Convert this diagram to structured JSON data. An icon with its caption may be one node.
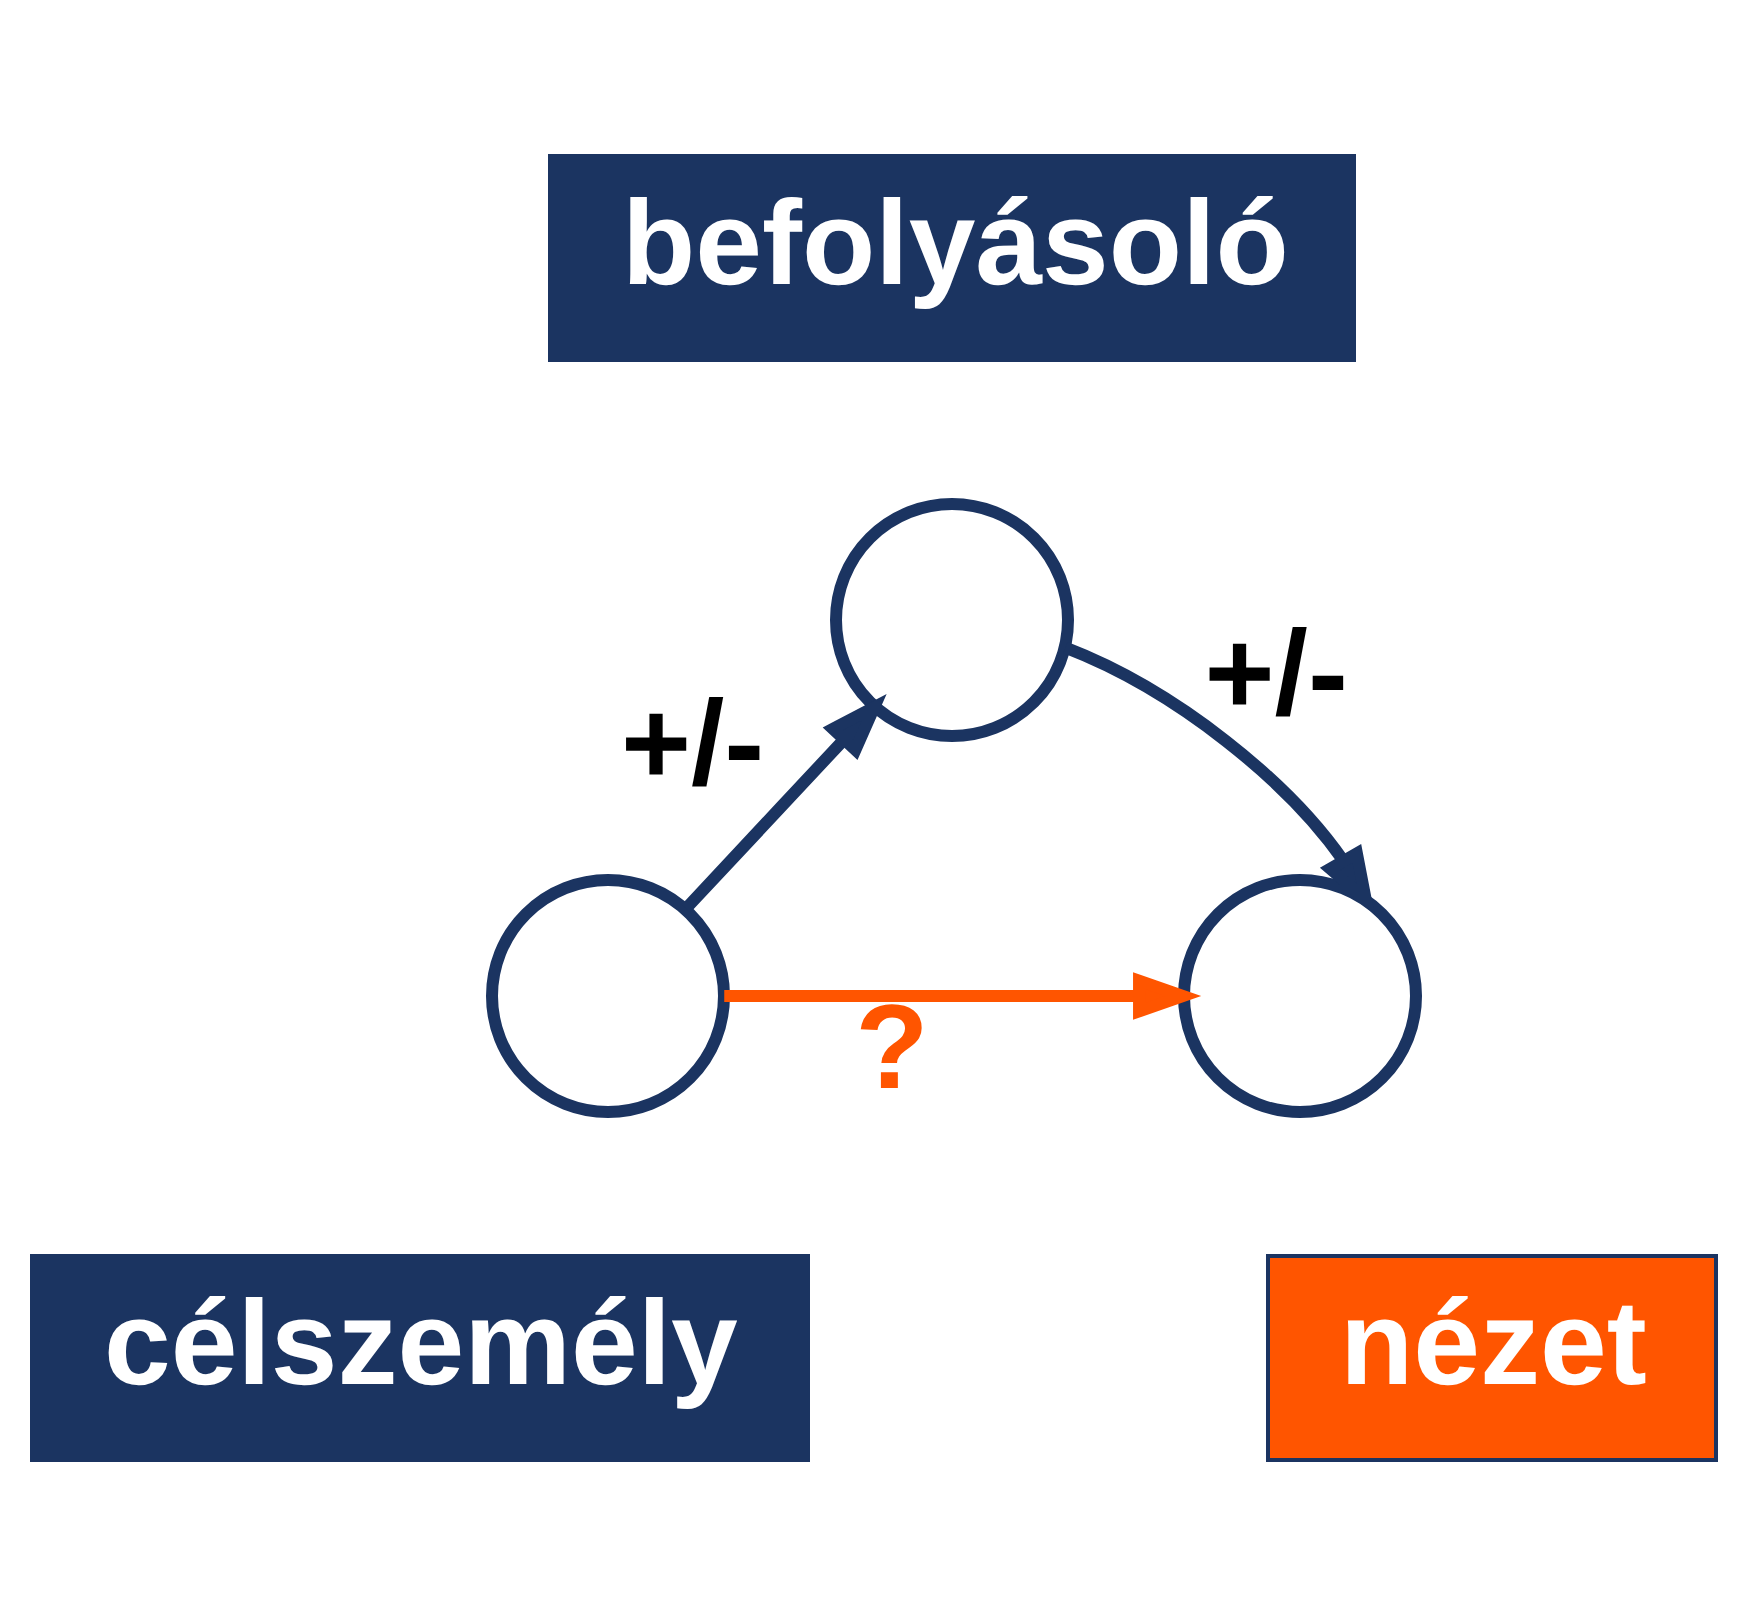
{
  "diagram": {
    "nodes": [
      {
        "text": [
          "befolyásoló"
        ]
      },
      {
        "text": [],
        "shape": "circle"
      },
      {
        "text": [],
        "shape": "circle"
      },
      {
        "text": [],
        "shape": "circle"
      },
      {
        "text": [
          "célszemély"
        ]
      },
      {
        "text": [
          "nézet"
        ]
      }
    ],
    "edges": [
      {
        "from": 2,
        "to": 1,
        "arrow": "to",
        "label": "+/-"
      },
      {
        "from": 1,
        "to": 3,
        "arrow": "to",
        "label": "+/-"
      },
      {
        "from": 2,
        "to": 3,
        "arrow": "to",
        "label": "?",
        "color": "#ff5500"
      }
    ]
  }
}
